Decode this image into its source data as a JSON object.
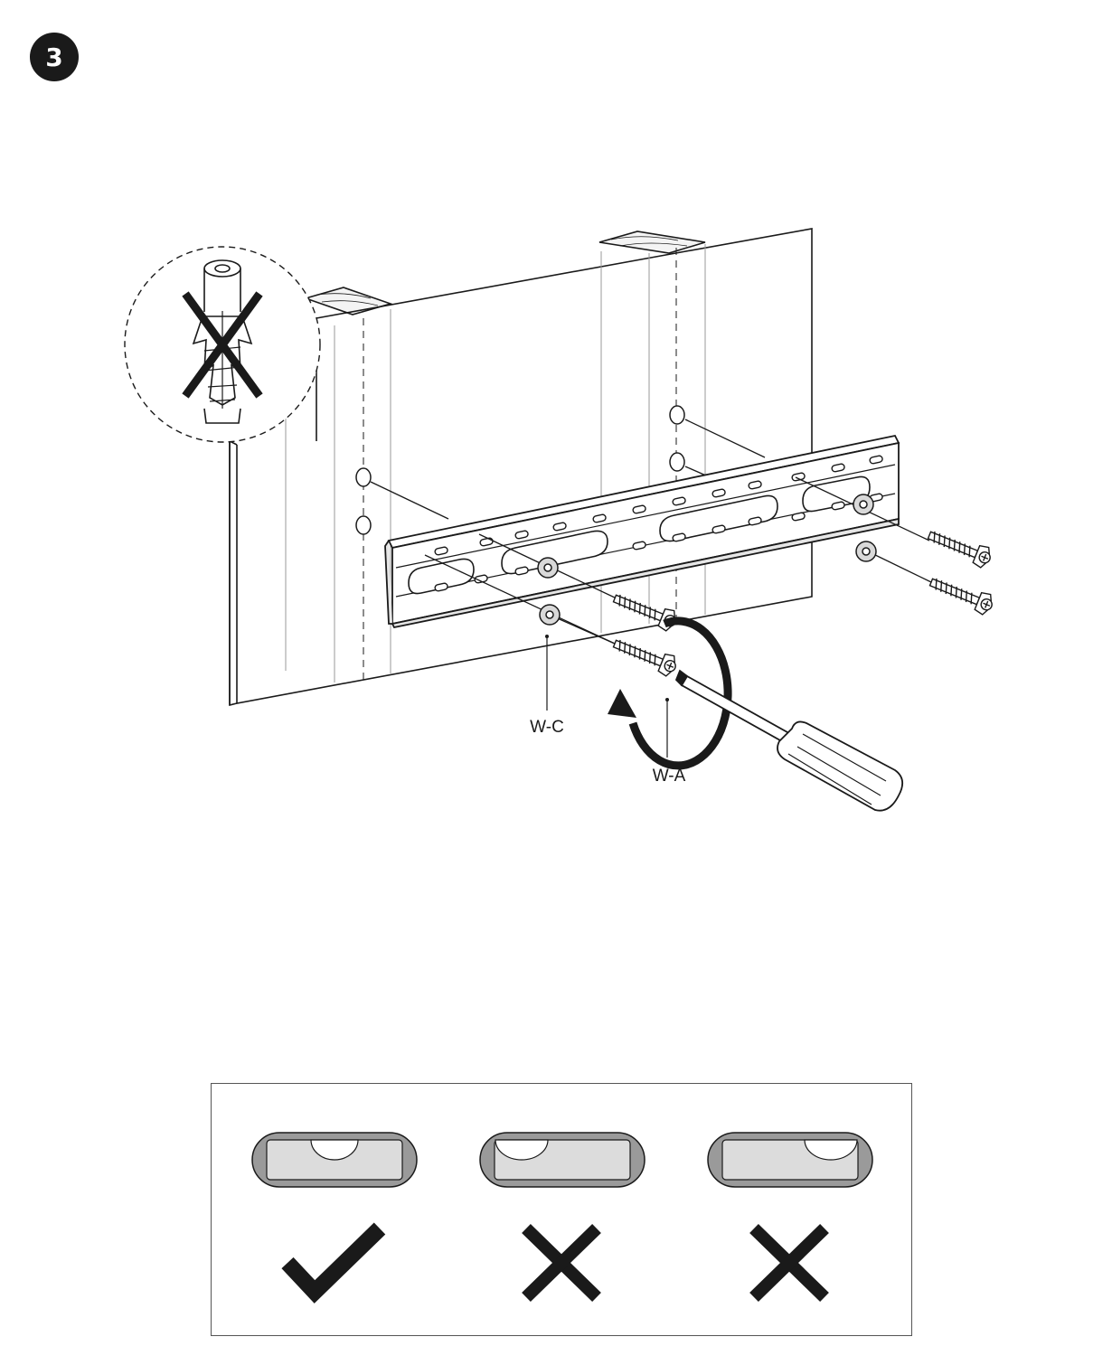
{
  "step": {
    "number": "3"
  },
  "callouts": {
    "washer_label": "W-C",
    "screw_label": "W-A"
  },
  "inset": {
    "subject": "wall-anchor",
    "status": "not-allowed"
  },
  "level_check": {
    "items": [
      {
        "bubble": "center",
        "verdict": "correct",
        "icon": "check-icon"
      },
      {
        "bubble": "left",
        "verdict": "incorrect",
        "icon": "cross-icon"
      },
      {
        "bubble": "right",
        "verdict": "incorrect",
        "icon": "cross-icon"
      }
    ]
  },
  "colors": {
    "ink": "#1a1a1a",
    "washer_fill": "#d9d9d9",
    "level_body": "#9a9a9a",
    "level_vial": "#dcdcdc"
  }
}
